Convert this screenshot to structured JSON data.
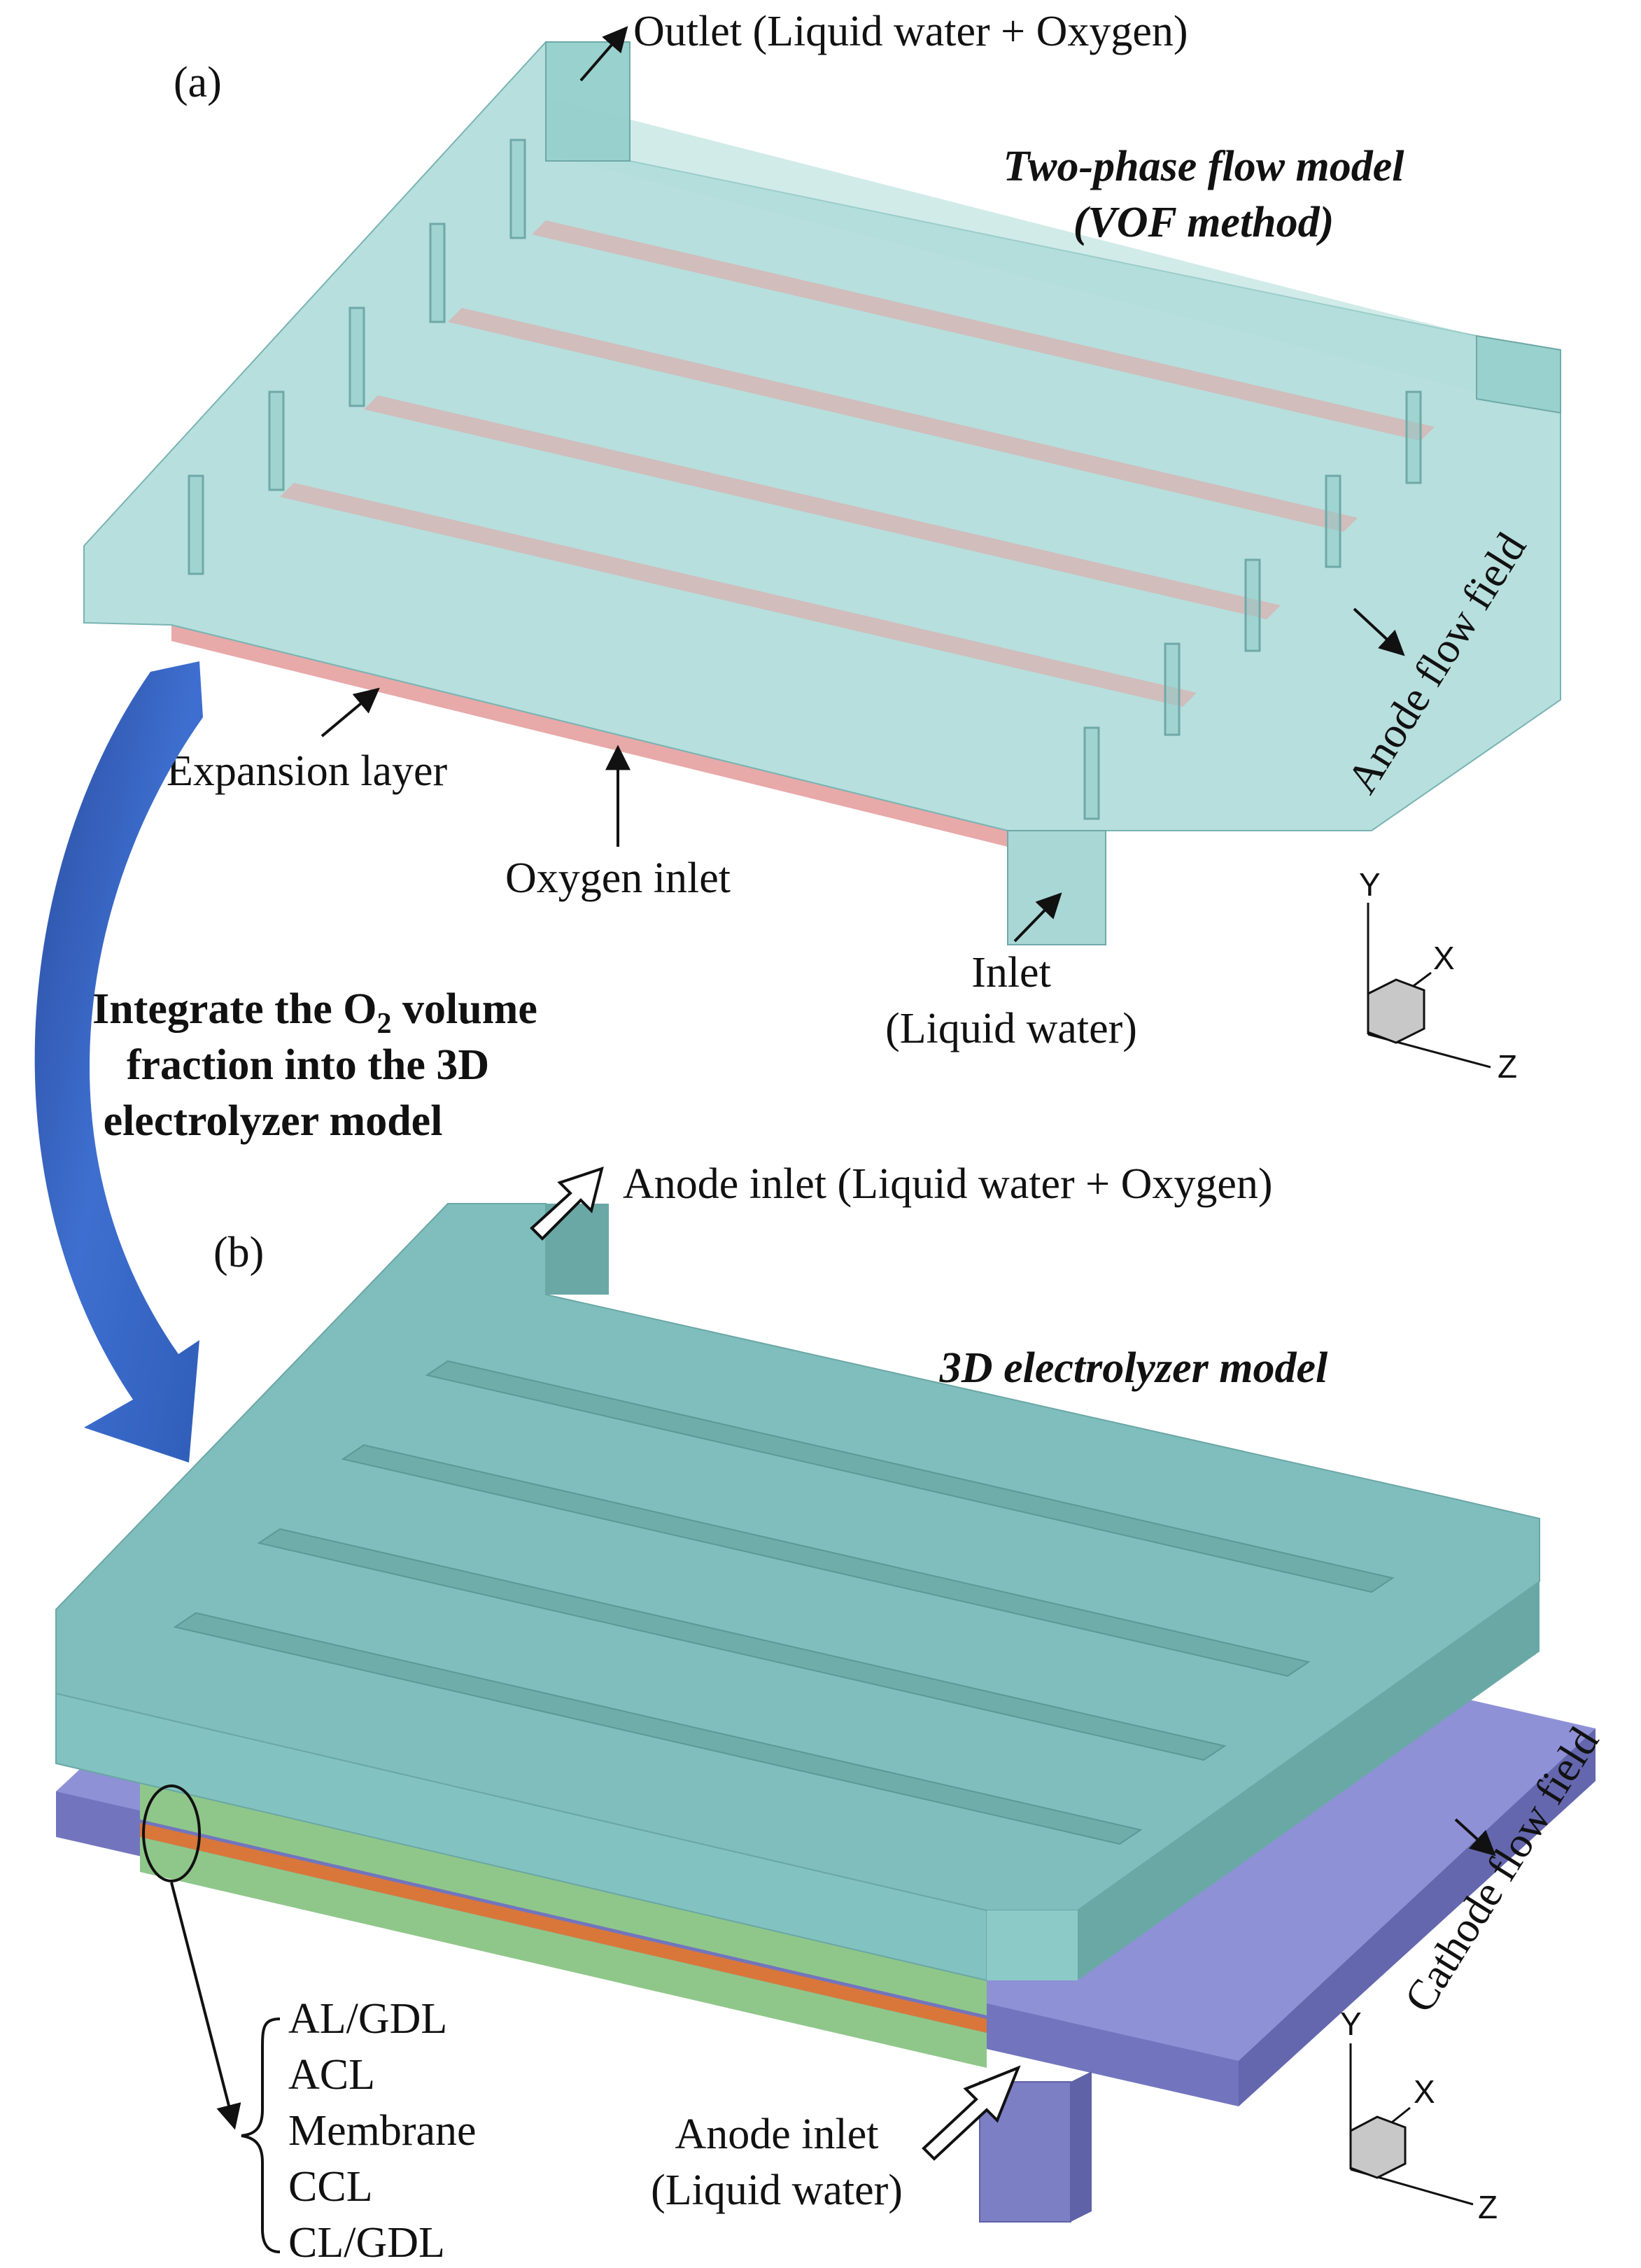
{
  "panel_a": {
    "tag": "(a)",
    "title_line1": "Two-phase flow model",
    "title_line2": "(VOF method)",
    "outlet_label": "Outlet (Liquid water + Oxygen)",
    "expansion_label": "Expansion layer",
    "oxygen_inlet_label": "Oxygen inlet",
    "inlet_line1": "Inlet",
    "inlet_line2": "(Liquid water)",
    "flowfield_label": "Anode flow field"
  },
  "integrate": {
    "line1_pre": "Integrate the O",
    "line1_sub": "2",
    "line1_post": " volume",
    "line2": "fraction into the 3D",
    "line3": "electrolyzer model"
  },
  "panel_b": {
    "tag": "(b)",
    "title": "3D electrolyzer model",
    "anode_outlet_label": "Anode inlet (Liquid water + Oxygen)",
    "anode_inlet_line1": "Anode inlet",
    "anode_inlet_line2": "(Liquid water)",
    "flowfield_label": "Cathode flow field",
    "layers": [
      "AL/GDL",
      "ACL",
      "Membrane",
      "CCL",
      "CL/GDL"
    ]
  },
  "axes": {
    "y": "Y",
    "x": "X",
    "z": "Z"
  },
  "colors": {
    "anode_translucent": "#9fd4d1",
    "anode_solid": "#79b9b7",
    "expansion_layer": "#e6a0a0",
    "cathode": "#7c7fc4",
    "gdl_green": "#8fc78a",
    "membrane_orange": "#d9773a",
    "arrow_blue": "#2f5db8"
  }
}
